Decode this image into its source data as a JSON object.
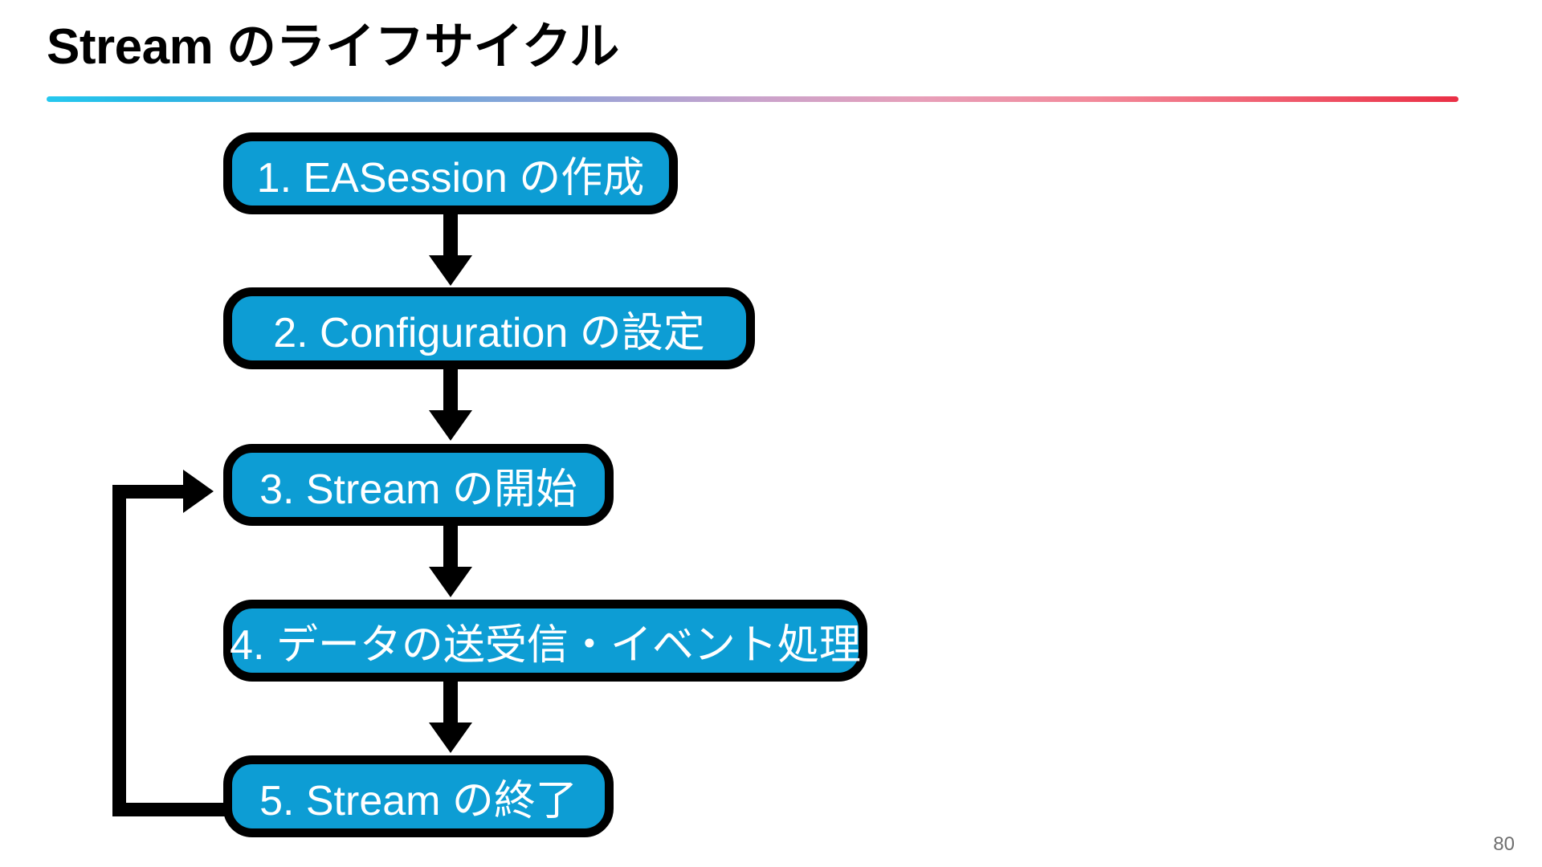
{
  "slide": {
    "title": "Stream のライフサイクル",
    "page_number": "80",
    "accent_start_color": "#25c8ef",
    "accent_end_color": "#ea2f45",
    "node_fill_color": "#0d9dd4",
    "node_border_color": "#000000",
    "node_text_color": "#ffffff"
  },
  "diagram": {
    "name": "stream-lifecycle-flowchart",
    "nodes": [
      {
        "id": "1",
        "label": "1. EASession の作成"
      },
      {
        "id": "2",
        "label": "2. Configuration の設定"
      },
      {
        "id": "3",
        "label": "3. Stream の開始"
      },
      {
        "id": "4",
        "label": "4. データの送受信・イベント処理"
      },
      {
        "id": "5",
        "label": "5. Stream の終了"
      }
    ],
    "connectors": [
      {
        "from": "1",
        "to": "2",
        "kind": "arrow-down"
      },
      {
        "from": "2",
        "to": "3",
        "kind": "arrow-down"
      },
      {
        "from": "3",
        "to": "4",
        "kind": "arrow-down"
      },
      {
        "from": "4",
        "to": "5",
        "kind": "arrow-down"
      },
      {
        "from": "5",
        "to": "3",
        "kind": "feedback-loop-left"
      }
    ]
  }
}
